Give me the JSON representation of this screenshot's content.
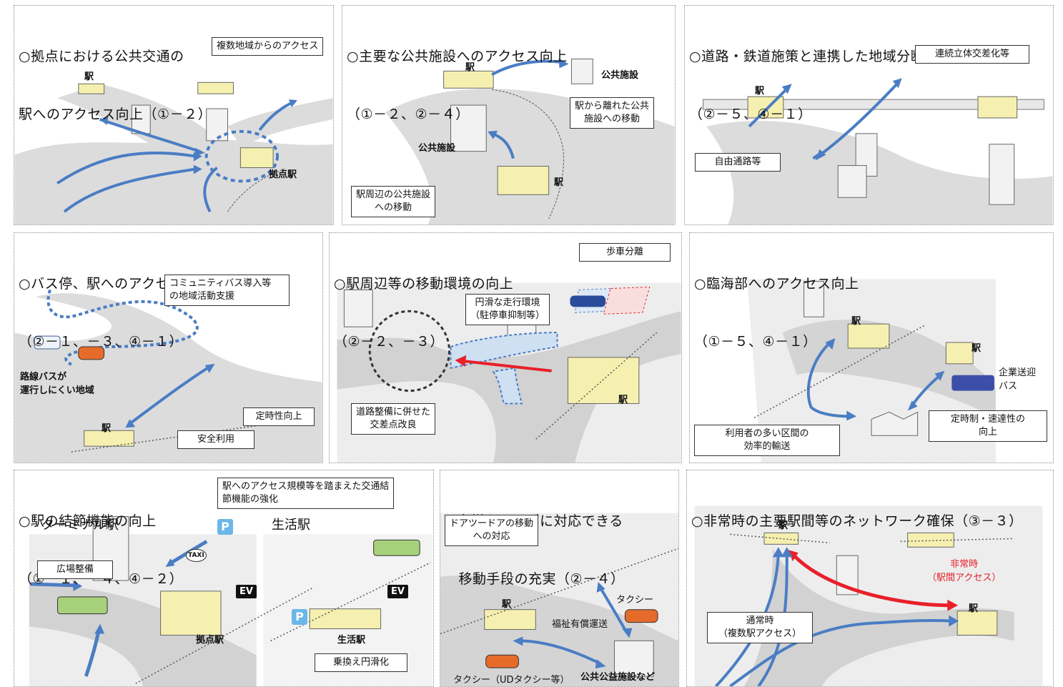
{
  "colors": {
    "arrow_blue": "#4a7dc4",
    "arrow_red": "#e8202a",
    "road": "#d9d9d9",
    "building": "#f6f0b0",
    "label_red": "#e8202a",
    "badge_blue": "#6bb7e8"
  },
  "panels": [
    {
      "title": [
        "○拠点における公共交通の",
        "駅へのアクセス向上（①－２）"
      ],
      "callouts": [
        "複数地域からのアクセス"
      ],
      "labels": [
        "駅",
        "拠点駅"
      ]
    },
    {
      "title": [
        "○主要な公共施設へのアクセス向上",
        "（①－２、②－４）"
      ],
      "callouts": [
        "駅から離れた公共\n施設への移動",
        "駅周辺の公共施設\nへの移動"
      ],
      "labels": [
        "駅",
        "公共施設",
        "公共施設",
        "駅"
      ]
    },
    {
      "title": [
        "○道路・鉄道施策と連携した地域分断の解消",
        "（②－５、④－１）"
      ],
      "callouts": [
        "連続立体交差化等",
        "自由通路等"
      ],
      "labels": [
        "駅"
      ]
    },
    {
      "title": [
        "○バス停、駅へのアクセス向上",
        "（②－１、－３、④－１）"
      ],
      "callouts": [
        "コミュニティバス導入等\nの地域活動支援",
        "定時性向上",
        "安全利用"
      ],
      "labels": [
        "路線バスが\n運行しにくい地域",
        "駅"
      ]
    },
    {
      "title": [
        "○駅周辺等の移動環境の向上",
        "（②－２、－３）"
      ],
      "callouts": [
        "歩車分離",
        "円滑な走行環境\n（駐停車抑制等）",
        "道路整備に併せた\n交差点改良"
      ],
      "labels": [
        "駅"
      ]
    },
    {
      "title": [
        "○臨海部へのアクセス向上",
        "（①－５、④－１）"
      ],
      "callouts": [
        "利用者の多い区間の\n効率的輸送",
        "定時制・速達性の\n向上"
      ],
      "labels": [
        "駅",
        "駅",
        "企業送迎\nバス"
      ]
    },
    {
      "title": [
        "○駅の結節機能の向上",
        "（②－１、－４、④－２）"
      ],
      "callouts": [
        "駅へのアクセス規模等を踏まえた交通結\n節機能の強化",
        "広場整備",
        "乗換え円滑化"
      ],
      "subtitles": [
        "ターミナル駅",
        "生活駅"
      ],
      "labels": [
        "拠点駅",
        "生活駅"
      ],
      "badges": [
        "EV",
        "EV",
        "P",
        "P",
        "TAXI"
      ]
    },
    {
      "title": [
        "○多様なニーズに対応できる",
        "　移動手段の充実（②－４）"
      ],
      "callouts": [
        "ドアツードアの移動\nへの対応"
      ],
      "labels": [
        "駅",
        "タクシー",
        "福祉有償運送",
        "タクシー（UDタクシー等）",
        "公共公益施設など"
      ]
    },
    {
      "title": [
        "○非常時の主要駅間等のネットワーク確保（③－３）"
      ],
      "callouts": [
        "通常時\n（複数駅アクセス）"
      ],
      "labels": [
        "駅",
        "駅"
      ],
      "red_label": "非常時\n（駅間アクセス）"
    }
  ]
}
